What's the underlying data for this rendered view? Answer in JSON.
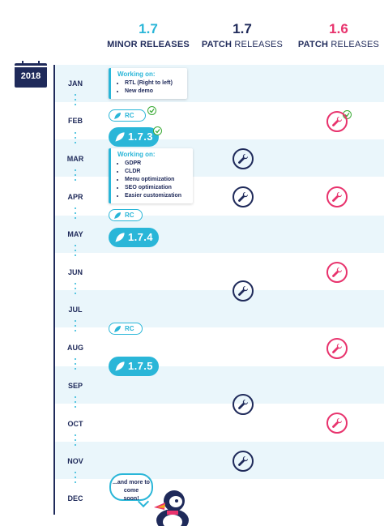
{
  "header": {
    "col_minor": {
      "version": "1.7",
      "title": "MINOR RELEASES",
      "color": "#2ab6d8"
    },
    "col_patch17": {
      "version": "1.7",
      "title_bold": "PATCH",
      "title_rest": " RELEASES",
      "color": "#1f2a5a"
    },
    "col_patch16": {
      "version": "1.6",
      "title_bold": "PATCH",
      "title_rest": " RELEASES",
      "color": "#e8336d"
    }
  },
  "year": "2018",
  "months": [
    "JAN",
    "FEB",
    "MAR",
    "APR",
    "MAY",
    "JUN",
    "JUL",
    "AUG",
    "SEP",
    "OCT",
    "NOV",
    "DEC"
  ],
  "cards": {
    "jan": {
      "title": "Working on:",
      "items": [
        "RTL (Right to left)",
        "New demo"
      ]
    },
    "mar": {
      "title": "Working on:",
      "items": [
        "GDPR",
        "CLDR",
        "Menu optimization",
        "SEO optimization",
        "Easier customization"
      ]
    }
  },
  "rc_label": "RC",
  "releases": {
    "r173": "1.7.3",
    "r174": "1.7.4",
    "r175": "1.7.5"
  },
  "bubble": {
    "line1": "...and more to come",
    "line2": "soon!"
  },
  "colors": {
    "accent": "#2ab6d8",
    "navy": "#1f2a5a",
    "pink": "#e8336d",
    "stripe": "#eaf6fb",
    "check": "#3aaa35"
  },
  "icons": {
    "release": "rocket-icon",
    "patch": "wrench-icon",
    "done": "check-icon",
    "mascot": "puffin-mascot"
  }
}
